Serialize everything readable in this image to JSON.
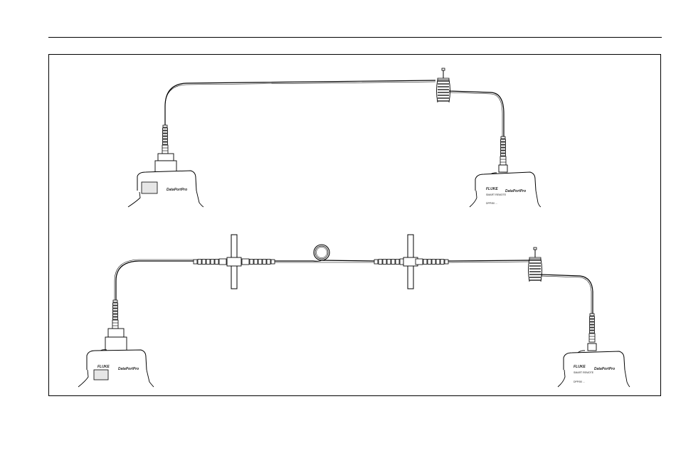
{
  "colors": {
    "line": "#000000",
    "device_fill": "#ffffff",
    "screen_fill": "#e6e6e6"
  },
  "devices": [
    {
      "id": "main-top",
      "brand": "",
      "model": "DataPortPro",
      "subtitle": "",
      "serial": ""
    },
    {
      "id": "remote-top",
      "brand": "FLUKE",
      "model": "DataPortPro",
      "subtitle": "SMART REMOTE",
      "serial": "DPP/50 ..."
    },
    {
      "id": "main-bottom",
      "brand": "FLUKE",
      "model": "DataPortPro",
      "subtitle": "",
      "serial": ""
    },
    {
      "id": "remote-bottom",
      "brand": "FLUKE",
      "model": "DataPortPro",
      "subtitle": "SMART REMOTE",
      "serial": "DPP/50 ..."
    }
  ]
}
